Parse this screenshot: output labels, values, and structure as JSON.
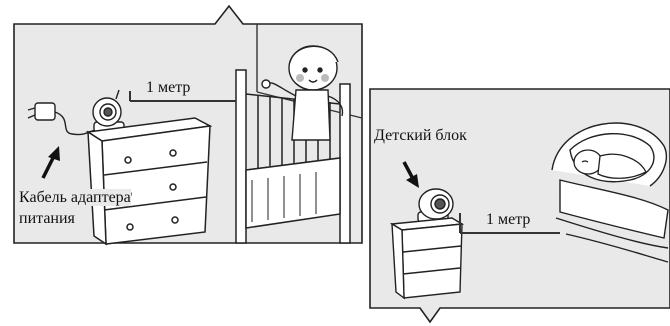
{
  "panels": [
    {
      "distance_label": "1 метр",
      "cable_label_line1": "Кабель адаптера",
      "cable_label_line2": "питания",
      "icons": [
        "power-adapter-icon",
        "baby-unit-icon",
        "dresser-icon",
        "crib-icon",
        "baby-icon"
      ]
    },
    {
      "unit_label": "Детский блок",
      "distance_label": "1 метр",
      "icons": [
        "baby-unit-icon",
        "nightstand-icon",
        "baby-bouncer-icon",
        "baby-icon"
      ]
    }
  ],
  "colors": {
    "panel_bg": "#e9e9e9",
    "line": "#222222",
    "background": "#ffffff"
  }
}
